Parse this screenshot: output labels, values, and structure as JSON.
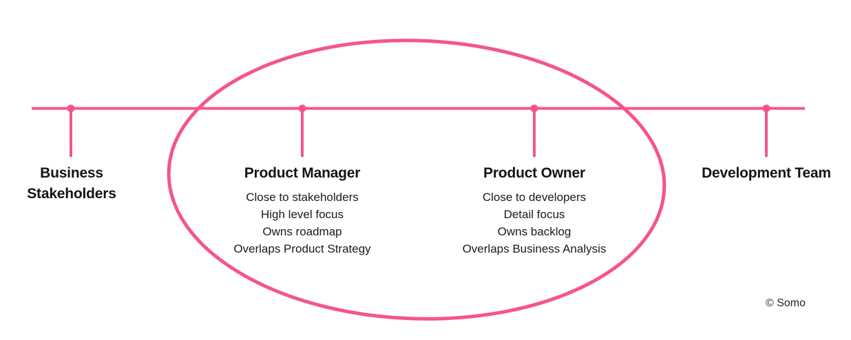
{
  "colors": {
    "accent": "#F5548C",
    "text": "#1A1A1A"
  },
  "timeline": {
    "items": [
      {
        "title": "Business Stakeholders",
        "details": []
      },
      {
        "title": "Product Manager",
        "details": [
          "Close to stakeholders",
          "High level focus",
          "Owns roadmap",
          "Overlaps Product Strategy"
        ]
      },
      {
        "title": "Product Owner",
        "details": [
          "Close to developers",
          "Detail focus",
          "Owns backlog",
          "Overlaps Business Analysis"
        ]
      },
      {
        "title": "Development Team",
        "details": []
      }
    ]
  },
  "annotations": {
    "copyright": "© Somo"
  }
}
